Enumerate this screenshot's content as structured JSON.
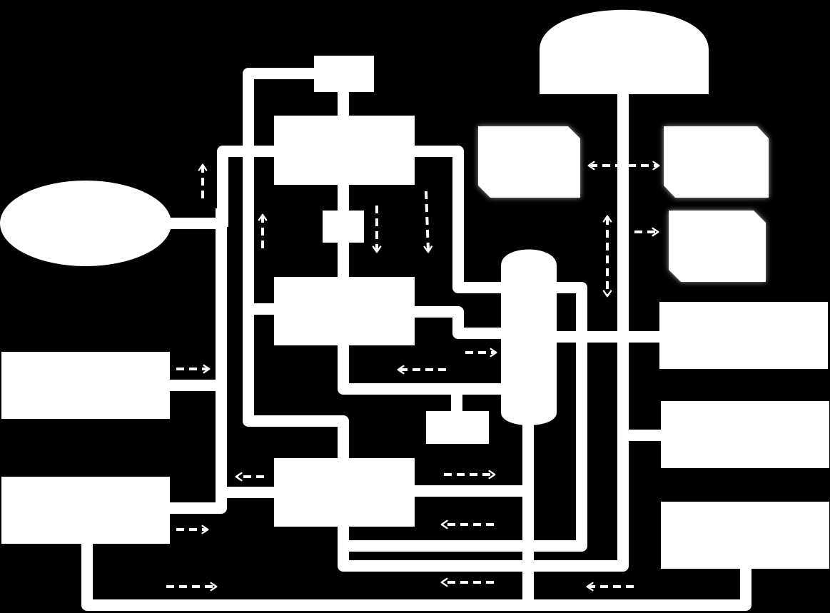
{
  "diagram": {
    "colors": {
      "background": "#000000",
      "foreground": "#ffffff",
      "glow": "#9a9a9a"
    },
    "nodes": [
      {
        "id": "dome-top-right",
        "shape": "dome"
      },
      {
        "id": "ellipse-left",
        "shape": "ellipse"
      },
      {
        "id": "small-top-box",
        "shape": "rect"
      },
      {
        "id": "upper-center-box",
        "shape": "rect"
      },
      {
        "id": "small-connector-box",
        "shape": "rect"
      },
      {
        "id": "middle-center-box",
        "shape": "rect"
      },
      {
        "id": "lower-center-box",
        "shape": "rect"
      },
      {
        "id": "bottom-small-box",
        "shape": "rect"
      },
      {
        "id": "cylinder-center",
        "shape": "cylinder"
      },
      {
        "id": "left-input-box-1",
        "shape": "rect"
      },
      {
        "id": "left-input-box-2",
        "shape": "rect"
      },
      {
        "id": "right-output-box-1",
        "shape": "rect"
      },
      {
        "id": "right-output-box-2",
        "shape": "rect"
      },
      {
        "id": "right-output-box-3",
        "shape": "rect"
      },
      {
        "id": "chamfered-box-1",
        "shape": "chamfered-rect"
      },
      {
        "id": "chamfered-box-2",
        "shape": "chamfered-rect"
      },
      {
        "id": "chamfered-box-3",
        "shape": "chamfered-rect"
      }
    ],
    "flow_arrows_dashed": 18
  }
}
